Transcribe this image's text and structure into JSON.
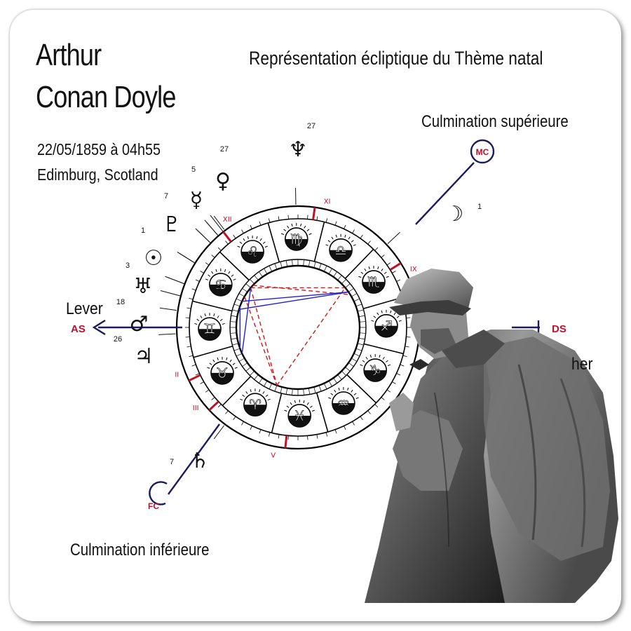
{
  "header": {
    "name_line1": "Arthur",
    "name_line2": "Conan Doyle",
    "birth_date": "22/05/1859 à 04h55",
    "birth_place": "Edimburg, Scotland",
    "title": "Représentation écliptique du Thème natal"
  },
  "labels": {
    "culmination_sup": "Culmination supérieure",
    "culmination_inf": "Culmination inférieure",
    "lever": "Lever",
    "coucher": "her"
  },
  "angles": {
    "as": "AS",
    "ds": "DS",
    "mc": "MC",
    "fc": "FC"
  },
  "houses": [
    "II",
    "III",
    "V",
    "IX",
    "XI",
    "XII"
  ],
  "planets": [
    {
      "icon": "neptune-icon",
      "glyph": "♆",
      "degree": "27"
    },
    {
      "icon": "moon-icon",
      "glyph": "☽",
      "degree": "1"
    },
    {
      "icon": "venus-icon",
      "glyph": "♀",
      "degree": "27"
    },
    {
      "icon": "mercury-icon",
      "glyph": "☿",
      "degree": "5"
    },
    {
      "icon": "pluto-icon",
      "glyph": "♇",
      "degree": "7"
    },
    {
      "icon": "sun-icon",
      "glyph": "☉",
      "degree": "1"
    },
    {
      "icon": "uranus-icon",
      "glyph": "♅",
      "degree": "3"
    },
    {
      "icon": "mars-icon",
      "glyph": "♂",
      "degree": "18"
    },
    {
      "icon": "jupiter-icon",
      "glyph": "♃",
      "degree": "26"
    },
    {
      "icon": "saturn-icon",
      "glyph": "♄",
      "degree": "7"
    }
  ],
  "signs": [
    {
      "icon": "gemini-icon",
      "glyph": "♊"
    },
    {
      "icon": "taurus-icon",
      "glyph": "♉"
    },
    {
      "icon": "aries-icon",
      "glyph": "♈"
    },
    {
      "icon": "pisces-icon",
      "glyph": "♓"
    },
    {
      "icon": "aquarius-icon",
      "glyph": "♒"
    },
    {
      "icon": "capricorn-icon",
      "glyph": "♑"
    },
    {
      "icon": "sagittarius-icon",
      "glyph": "♐"
    },
    {
      "icon": "scorpio-icon",
      "glyph": "♏"
    },
    {
      "icon": "libra-icon",
      "glyph": "♎"
    },
    {
      "icon": "virgo-icon",
      "glyph": "♍"
    },
    {
      "icon": "leo-icon",
      "glyph": "♌"
    },
    {
      "icon": "cancer-icon",
      "glyph": "♋"
    }
  ],
  "colors": {
    "angle_red": "#c0102a",
    "axis_navy": "#1b1b5e",
    "aspect_red": "#d01818",
    "aspect_blue": "#2020d0",
    "house_tick": "#c0102a"
  }
}
